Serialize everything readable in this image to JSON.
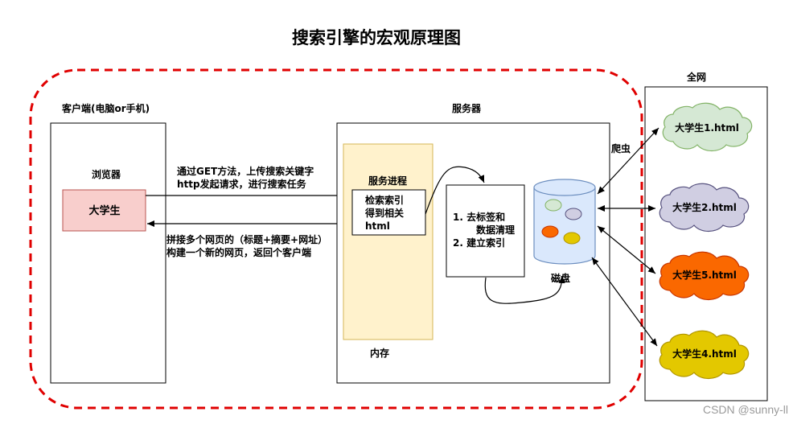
{
  "title": "搜索引擎的宏观原理图",
  "client": {
    "label": "客户端(电脑or手机)",
    "browser_label": "浏览器",
    "query": "大学生"
  },
  "request": {
    "line1": "通过GET方法，上传搜索关键字",
    "line2": "http发起请求，进行搜索任务"
  },
  "response": {
    "line1": "拼接多个网页的（标题+摘要+网址）",
    "line2": "构建一个新的网页，返回个客户端"
  },
  "server": {
    "label": "服务器",
    "process_label": "服务进程",
    "search_step": [
      "检索索引",
      "得到相关",
      "html"
    ],
    "memory_label": "内存",
    "index_steps": [
      "1. 去标签和",
      "数据清理",
      "2. 建立索引"
    ],
    "disk_label": "磁盘"
  },
  "web": {
    "label": "全网",
    "crawler_label": "爬虫",
    "pages": [
      {
        "label": "大学生1.html",
        "color": "#d5e8d4"
      },
      {
        "label": "大学生2.html",
        "color": "#d0cee2"
      },
      {
        "label": "大学生5.html",
        "color": "#fa6800"
      },
      {
        "label": "大学生4.html",
        "color": "#e3c800"
      }
    ]
  },
  "colors": {
    "dashed_border": "#e00000",
    "query_box": "#f8cecc",
    "memory_fill": "#fff2cc",
    "memory_border": "#d6b656",
    "disk_fill": "#dae8fc"
  },
  "watermark": "CSDN @sunny-ll"
}
